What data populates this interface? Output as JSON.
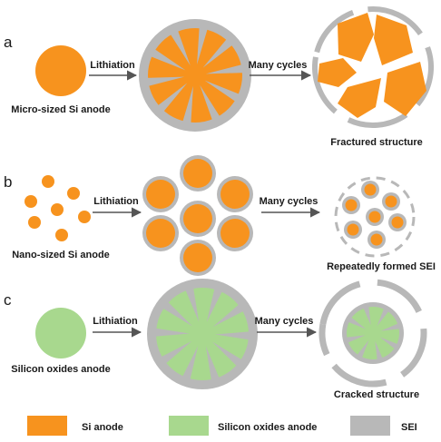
{
  "colors": {
    "si": "#F7931E",
    "oxide": "#A8D88E",
    "sei": "#B8B8B8",
    "arrow": "#555555",
    "text": "#1a1a1a"
  },
  "panels": [
    {
      "letter": "a",
      "anode_label": "Micro-sized Si anode",
      "step1_label": "Lithiation",
      "step2_label": "Many cycles",
      "result_label": "Fractured structure"
    },
    {
      "letter": "b",
      "anode_label": "Nano-sized Si anode",
      "step1_label": "Lithiation",
      "step2_label": "Many cycles",
      "result_label": "Repeatedly formed SEI"
    },
    {
      "letter": "c",
      "anode_label": "Silicon oxides anode",
      "step1_label": "Lithiation",
      "step2_label": "Many cycles",
      "result_label": "Cracked structure"
    }
  ],
  "legend": [
    {
      "label": "Si anode",
      "color": "#F7931E"
    },
    {
      "label": "Silicon oxides anode",
      "color": "#A8D88E"
    },
    {
      "label": "SEI",
      "color": "#B8B8B8"
    }
  ]
}
